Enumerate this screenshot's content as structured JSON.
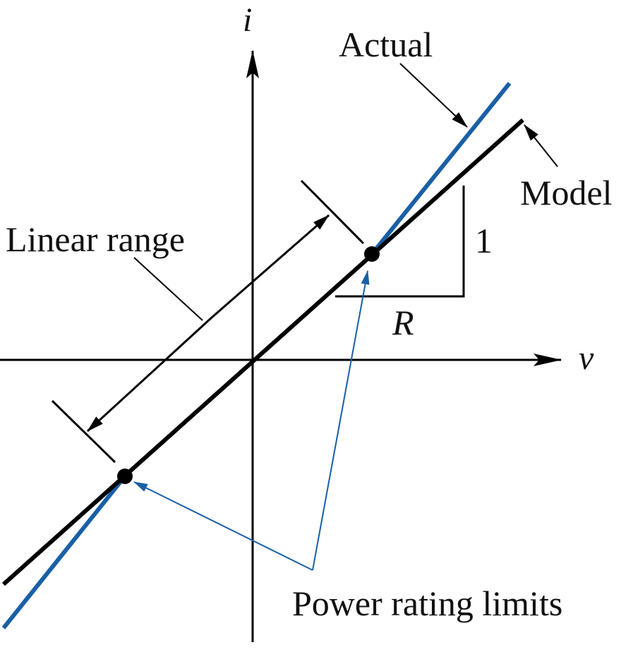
{
  "axes": {
    "x_label": "v",
    "y_label": "i"
  },
  "labels": {
    "actual": "Actual",
    "model": "Model",
    "linear_range": "Linear range",
    "slope_rise": "1",
    "slope_run": "R",
    "power_rating_limits": "Power rating limits"
  },
  "colors": {
    "model_line": "#000000",
    "actual_line": "#1a5fa6",
    "annotation_arrow": "#1a5fa6",
    "axes": "#000000"
  }
}
